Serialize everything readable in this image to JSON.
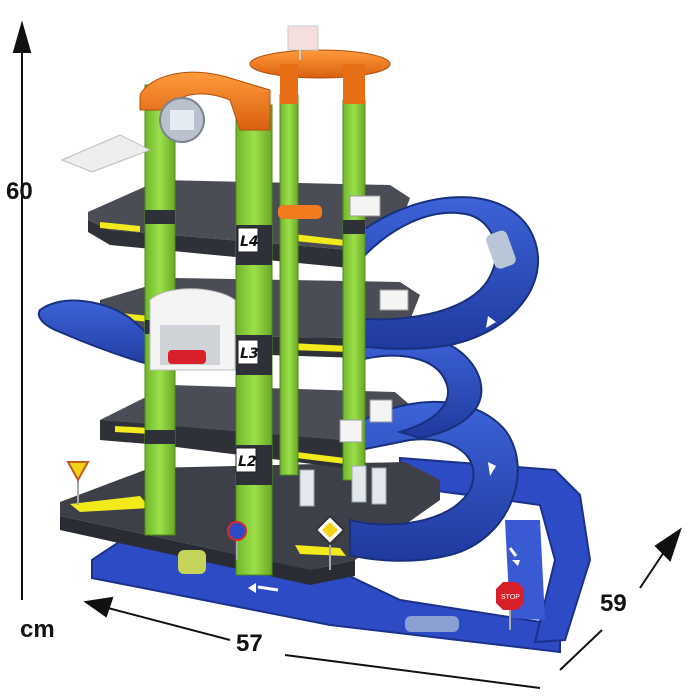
{
  "dimensions": {
    "height": "60",
    "width": "57",
    "depth": "59",
    "unit": "cm"
  },
  "levels": {
    "l4": "L4",
    "l3": "L3",
    "l2": "L2"
  },
  "signs": {
    "stop": "STOP"
  },
  "colors": {
    "pillar": "#8cd23c",
    "deck": "#3d4048",
    "ramp": "#2f4fc0",
    "roof": "#f07a1c",
    "stripe": "#f2ea1a",
    "base_road": "#2c4bc4"
  }
}
